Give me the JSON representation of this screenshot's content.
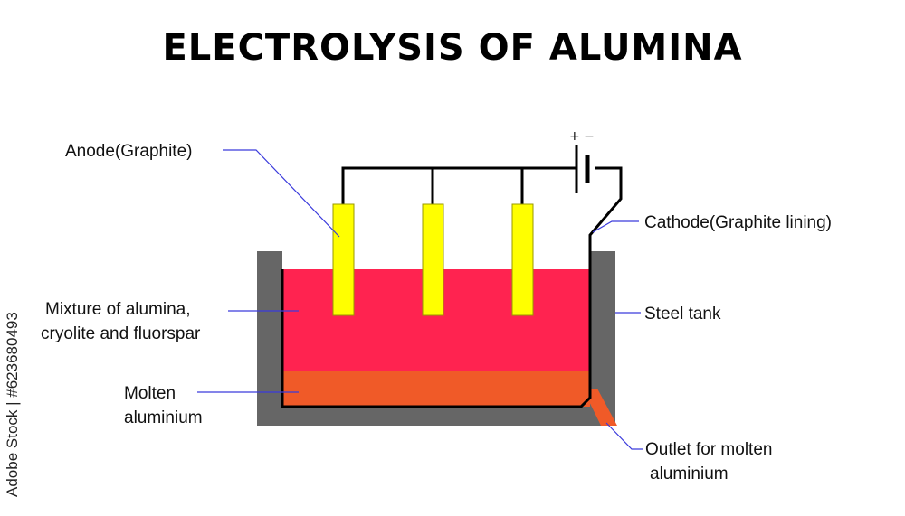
{
  "title": "ELECTROLYSIS OF ALUMINA",
  "battery_sign": "+ −",
  "labels": {
    "anode": "Anode(Graphite)",
    "cathode": "Cathode(Graphite lining)",
    "mixture_line1": "Mixture of alumina,",
    "mixture_line2": "cryolite and fluorspar",
    "steel_tank": "Steel tank",
    "molten_line1": "Molten",
    "molten_line2": "aluminium",
    "outlet_line1": "Outlet for  molten",
    "outlet_line2": "aluminium"
  },
  "stock_id": "Adobe Stock | #623680493",
  "colors": {
    "electrolyte": "#ff2350",
    "molten_aluminium": "#f05a28",
    "anode": "#ffff00",
    "steel_tank": "#666666",
    "pointer_lines": "#3b3bdc"
  }
}
